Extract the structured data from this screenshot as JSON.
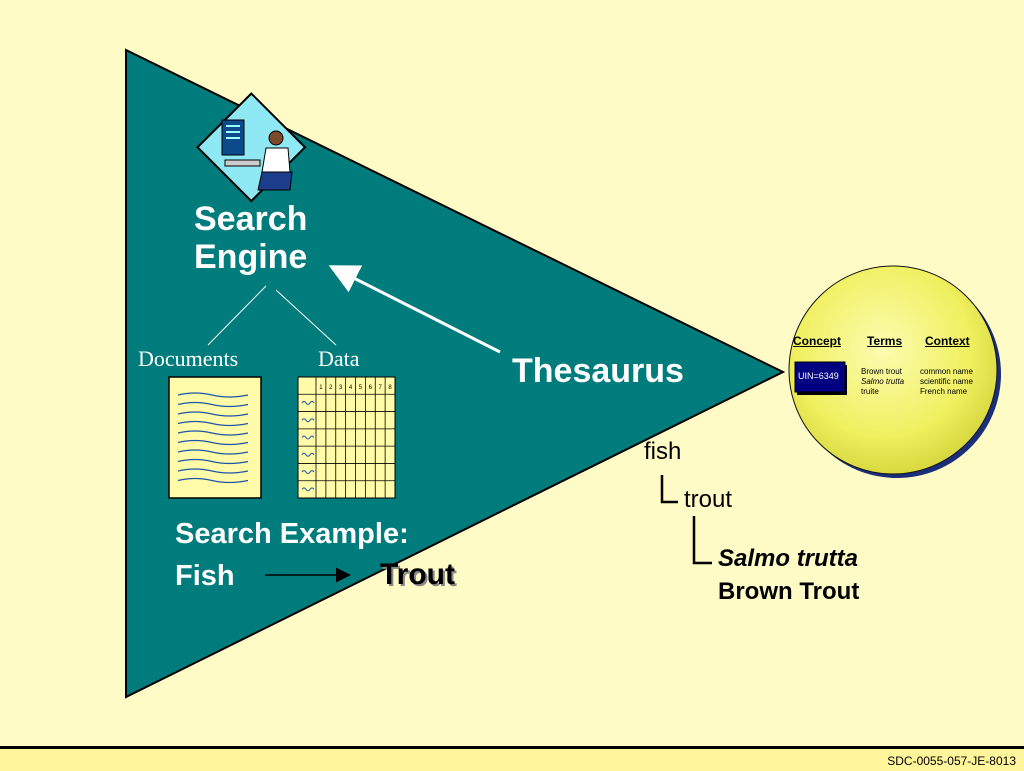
{
  "diagram": {
    "search_engine": [
      "Search",
      "Engine"
    ],
    "documents_label": "Documents",
    "data_label": "Data",
    "data_table_header": [
      "1",
      "2",
      "3",
      "4",
      "5",
      "6",
      "7",
      "8"
    ],
    "thesaurus_label": "Thesaurus",
    "example": {
      "heading": "Search Example:",
      "from": "Fish",
      "to": "Trout"
    },
    "hierarchy": {
      "level1": "fish",
      "level2": "trout",
      "level3_scientific": "Salmo trutta",
      "level3_common": "Brown Trout"
    },
    "concept_circle": {
      "headers": [
        "Concept",
        "Terms",
        "Context"
      ],
      "uin": "UIN=6349",
      "terms": [
        "Brown trout",
        "Salmo trutta",
        "truite"
      ],
      "contexts": [
        "common name",
        "scientific name",
        "French name"
      ]
    }
  },
  "footer": {
    "code": "SDC-0055-057-JE-8013"
  },
  "colors": {
    "background": "#FFFBC6",
    "triangle": "#007C7C",
    "circle": "#F0F060",
    "uin_box": "#000080"
  }
}
